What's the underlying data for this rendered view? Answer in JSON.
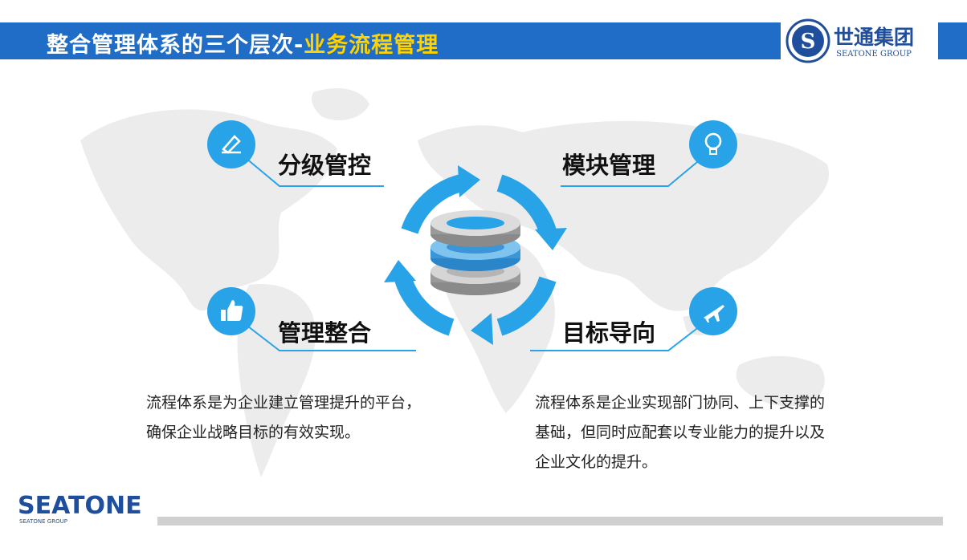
{
  "header": {
    "title_prefix": "整合管理体系的三个层次-",
    "title_highlight": "业务流程管理"
  },
  "brand": {
    "cn_name": "世通集团",
    "en_name": "SEATONE GROUP",
    "footer_name": "SEATONE",
    "footer_sub": "SEATONE GROUP"
  },
  "quadrants": {
    "top_left": {
      "label": "分级管控",
      "icon": "pen-writing-icon"
    },
    "top_right": {
      "label": "模块管理",
      "icon": "lightbulb-icon"
    },
    "bottom_left": {
      "label": "管理整合",
      "icon": "thumbs-up-icon"
    },
    "bottom_right": {
      "label": "目标导向",
      "icon": "airplane-icon"
    }
  },
  "descriptions": {
    "left_line1": "流程体系是为企业建立管理提升的平台，",
    "left_line2": "确保企业战略目标的有效实现。",
    "right_line1": "流程体系是企业实现部门协同、上下支撑的",
    "right_line2": "基础，但同时应配套以专业能力的提升以及",
    "right_line3": "企业文化的提升。"
  },
  "colors": {
    "header_blue": "#1f6dc6",
    "highlight_yellow": "#ffd200",
    "accent_blue": "#29a3e8",
    "map_gray": "#ececec"
  }
}
